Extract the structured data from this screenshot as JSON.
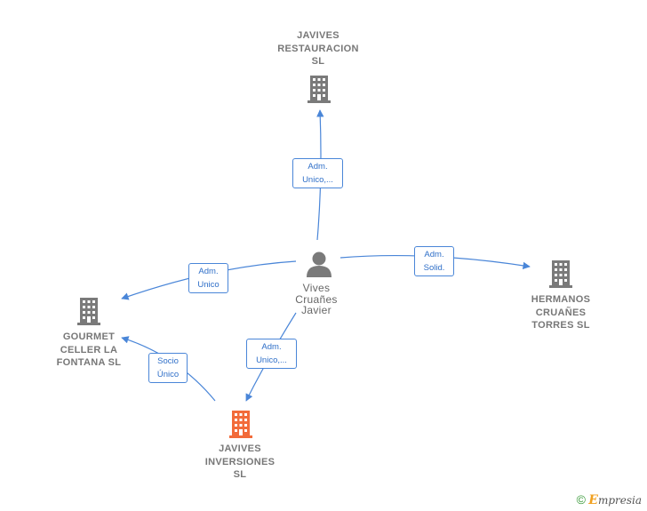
{
  "nodes": {
    "restauracion": {
      "name_lines": [
        "JAVIVES",
        "RESTAURACION",
        "SL"
      ]
    },
    "hermanos": {
      "name_lines": [
        "HERMANOS",
        "CRUAÑES",
        "TORRES  SL"
      ]
    },
    "gourmet": {
      "name_lines": [
        "GOURMET",
        "CELLER LA",
        "FONTANA  SL"
      ]
    },
    "inversiones": {
      "name_lines": [
        "JAVIVES",
        "INVERSIONES",
        "SL"
      ]
    },
    "person": {
      "name_lines": [
        "Vives",
        "Cruañes",
        "Javier"
      ]
    }
  },
  "edges": {
    "to_restauracion": {
      "label_lines": [
        "Adm.",
        "Unico,..."
      ]
    },
    "to_hermanos": {
      "label_lines": [
        "Adm.",
        "Solid."
      ]
    },
    "to_gourmet": {
      "label_lines": [
        "Adm.",
        "Unico"
      ]
    },
    "to_inversiones": {
      "label_lines": [
        "Adm.",
        "Unico,..."
      ]
    },
    "inv_to_gourmet": {
      "label_lines": [
        "Socio",
        "Único"
      ]
    }
  },
  "colors": {
    "company": "#7a7a7a",
    "focus_company": "#f26b3a",
    "person": "#7a7a7a",
    "edge": "#4a86d8"
  },
  "footer": {
    "copyright": "©",
    "brand_first": "E",
    "brand_rest": "mpresia"
  }
}
